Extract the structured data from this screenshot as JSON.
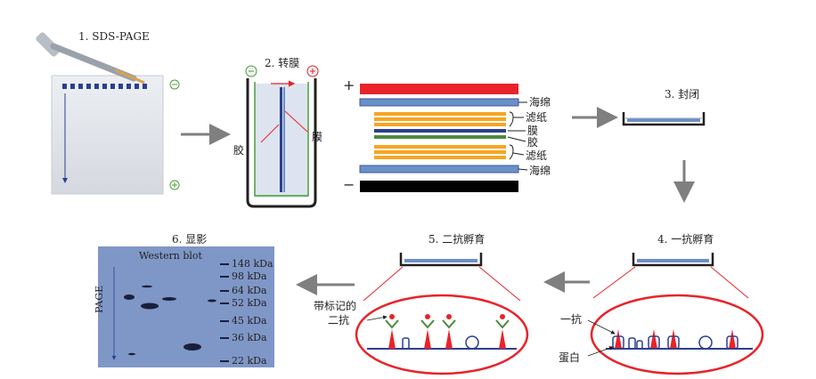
{
  "steps": {
    "s1": "1. SDS-PAGE",
    "s2": "2. 转膜",
    "s3": "3. 封闭",
    "s4": "4. 一抗孵育",
    "s5": "5. 二抗孵育",
    "s6": "6. 显影"
  },
  "transfer": {
    "gel": "胶",
    "membrane": "膜"
  },
  "stack": {
    "plus": "+",
    "minus": "−",
    "sponge_top": "海绵",
    "filter_top": "滤纸",
    "membrane": "膜",
    "gel": "胶",
    "filter_bottom": "滤纸",
    "sponge_bottom": "海绵"
  },
  "secondary": {
    "label_line1": "带标记的",
    "label_line2": "二抗"
  },
  "primary": {
    "antibody": "一抗",
    "protein": "蛋白"
  },
  "blot": {
    "title": "Western blot",
    "axis": "PAGE",
    "markers": [
      "148 kDa",
      "98 kDa",
      "64 kDa",
      "52 kDa",
      "45 kDa",
      "36 kDa",
      "22 kDa"
    ]
  },
  "colors": {
    "red_sheet": "#e8232a",
    "sponge": "#6b8fc9",
    "filter": "#f5a623",
    "membrane": "#2c3f8f",
    "gel": "#4a8a3e",
    "arrow": "#7f7f7f",
    "ellipse": "#e8232a",
    "blot_bg": "#7f97c7"
  }
}
